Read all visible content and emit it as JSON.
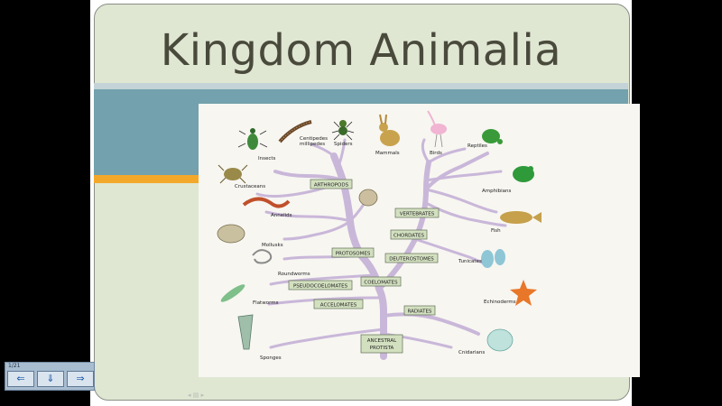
{
  "slide": {
    "title": "Kingdom Animalia",
    "counter": "1/21",
    "faint_controls": "◂ ▤ ▸"
  },
  "nav": {
    "prev_icon": "⇐",
    "menu_icon": "⇓",
    "next_icon": "⇒"
  },
  "tree": {
    "groups": {
      "arthropods": "ARTHROPODS",
      "vertebrates": "VERTEBRATES",
      "chordates": "CHORDATES",
      "protostomes": "PROTOSOMES",
      "deuterostomes": "DEUTEROSTOMES",
      "pseudocoelomates": "PSEUDOCOELOMATES",
      "coelomates": "COELOMATES",
      "acoelomates": "ACCELOMATES",
      "radiates": "RADIATES",
      "ancestral_1": "ANCESTRAL",
      "ancestral_2": "PROTISTA"
    },
    "animals": {
      "insects": "Insects",
      "centipedes_1": "Centipedes",
      "centipedes_2": "millipedes",
      "spiders": "Spiders",
      "mammals": "Mammals",
      "birds": "Birds",
      "reptiles": "Reptiles",
      "crustaceans": "Crustaceans",
      "amphibians": "Amphibians",
      "annelids": "Annelids",
      "fish": "Fish",
      "mollusks": "Mollusks",
      "tunicates": "Tunicates",
      "roundworms": "Roundworms",
      "echinoderms": "Echinoderms",
      "flatworms": "Flatworms",
      "cnidarians": "Cnidarians",
      "sponges": "Sponges"
    }
  },
  "colors": {
    "panel": "#dfe7d3",
    "teal_band": "#73a1ad",
    "orange_band": "#f4a82a",
    "branch": "#c9b7d9"
  }
}
